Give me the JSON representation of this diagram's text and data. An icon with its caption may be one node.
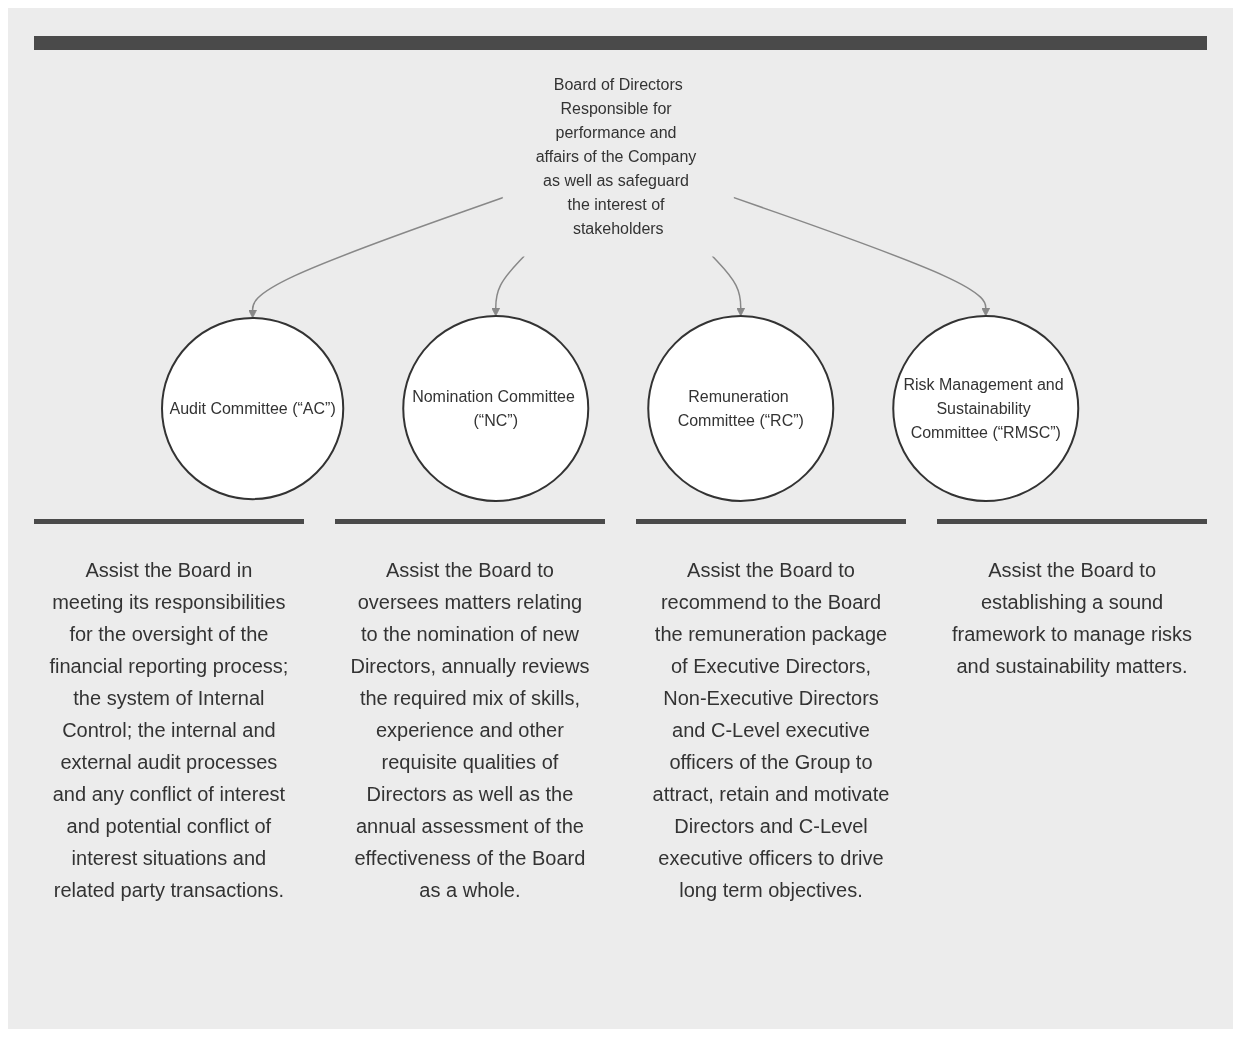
{
  "diagram": {
    "nodes": [
      {
        "text": [
          "Board of Directors",
          "Responsible for performance and affairs of the Company as well as safeguard the interest of stakeholders"
        ]
      },
      {
        "text": [
          "Audit Committee (“AC”)"
        ],
        "beside": [
          "Assist the Board in meeting its responsibilities for the oversight of the financial reporting process; the system of Internal Control; the internal and external audit processes and any conflict of interest and potential conflict of interest situations and related party transactions."
        ]
      },
      {
        "text": [
          "Nomination Committee (“NC”)"
        ],
        "beside": [
          "Assist the Board to oversees matters relating to the nomination of new Directors, annually reviews the required mix of skills, experience and other requisite qualities of Directors as well as the annual assessment of the effectiveness of the Board as a whole."
        ]
      },
      {
        "text": [
          "Remuneration Committee (“RC”)"
        ],
        "beside": [
          "Assist the Board to recommend to the Board the remuneration package of Executive Directors, Non-Executive Directors and C-Level executive officers of the Group to attract, retain and motivate Directors and C-Level executive officers to drive long term objectives."
        ]
      },
      {
        "text": [
          "Risk Management and Sustainability Committee (“RMSC”)"
        ],
        "beside": [
          "Assist the Board to establishing a sound framework to manage risks and sustainability matters."
        ]
      }
    ],
    "edges": [
      {
        "from": 0,
        "to": 1,
        "arrow": "to"
      },
      {
        "from": 0,
        "to": 2,
        "arrow": "to"
      },
      {
        "from": 0,
        "to": 3,
        "arrow": "to"
      },
      {
        "from": 0,
        "to": 4,
        "arrow": "to"
      }
    ]
  }
}
